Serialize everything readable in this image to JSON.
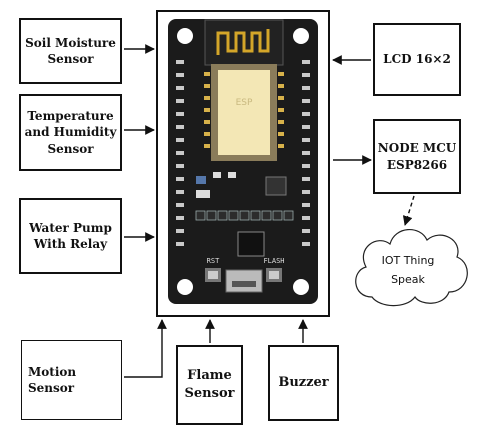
{
  "blocks": {
    "soil_moisture": "Soil Moisture\nSensor",
    "temp_humidity": "Temperature\nand Humidity\nSensor",
    "water_pump": "Water Pump\nWith Relay",
    "motion": "Motion\nSensor",
    "flame": "Flame\nSensor",
    "buzzer": "Buzzer",
    "lcd": "LCD 16×2",
    "nodemcu": "NODE MCU\nESP8266",
    "iot": "IOT Thing\nSpeak"
  },
  "board": {
    "button_left": "RST",
    "button_right": "FLASH"
  }
}
